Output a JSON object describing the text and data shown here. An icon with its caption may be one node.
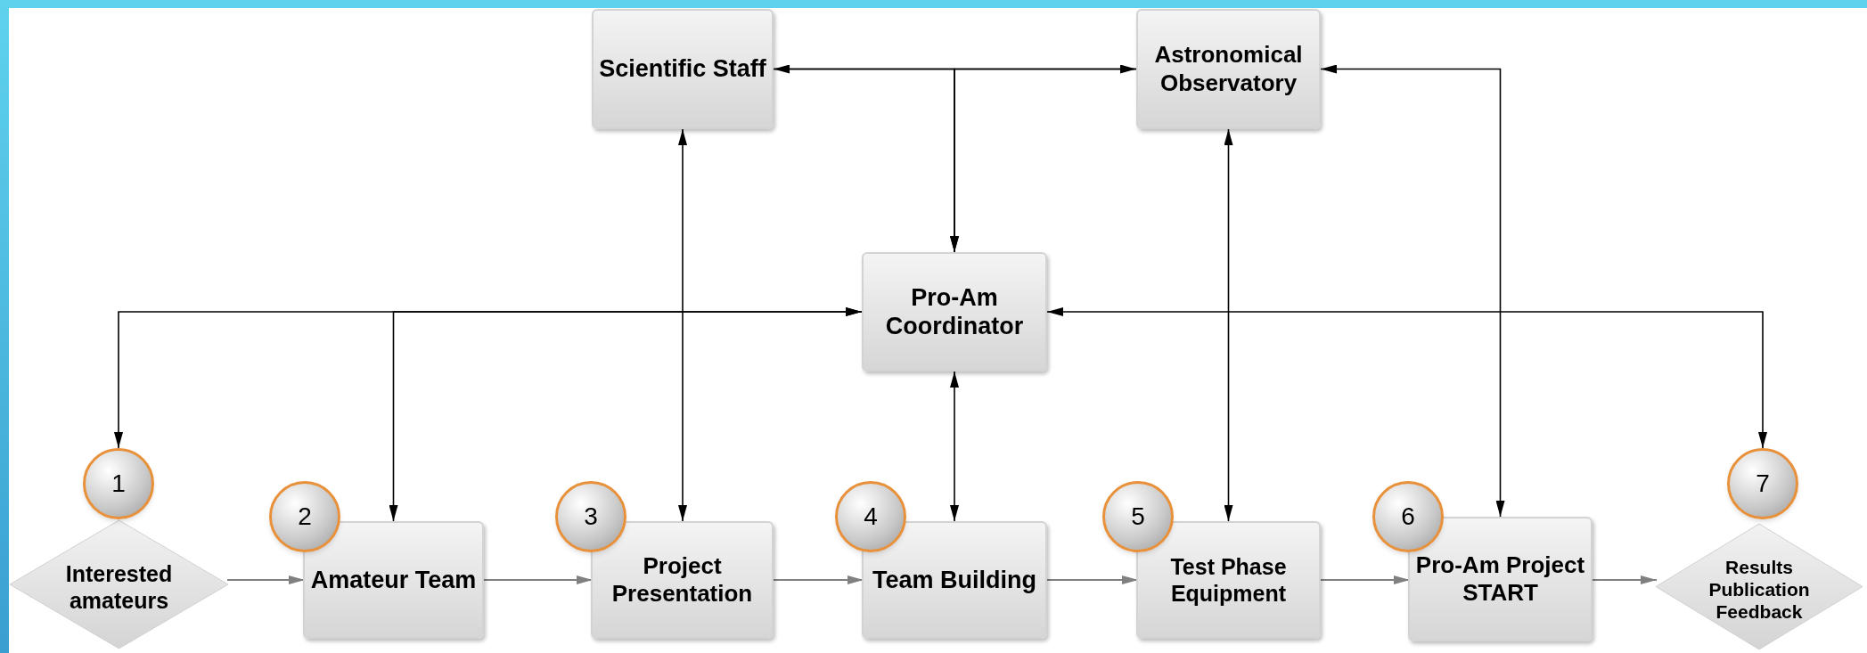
{
  "diagram": {
    "nodes": [
      {
        "text": [
          "Scientific Staff"
        ]
      },
      {
        "text": [
          "Astronomical Observatory"
        ]
      },
      {
        "text": [
          "Pro-Am Coordinator"
        ]
      },
      {
        "text": [
          "1"
        ]
      },
      {
        "text": [
          "Interested amateurs"
        ]
      },
      {
        "text": [
          "2"
        ]
      },
      {
        "text": [
          "Amateur Team"
        ]
      },
      {
        "text": [
          "3"
        ]
      },
      {
        "text": [
          "Project Presentation"
        ]
      },
      {
        "text": [
          "4"
        ]
      },
      {
        "text": [
          "Team Building"
        ]
      },
      {
        "text": [
          "5"
        ]
      },
      {
        "text": [
          "Test Phase Equipment"
        ]
      },
      {
        "text": [
          "6"
        ]
      },
      {
        "text": [
          "Pro-Am Project START"
        ]
      },
      {
        "text": [
          "7"
        ]
      },
      {
        "text": [
          "Results Publication Feedback"
        ]
      }
    ],
    "edges": [
      {
        "from": 0,
        "to": 1,
        "arrow": "both"
      },
      {
        "from": 0,
        "to": 2,
        "arrow": "to"
      },
      {
        "from": 1,
        "to": 2,
        "arrow": "to"
      },
      {
        "from": 0,
        "to": 8,
        "arrow": "both"
      },
      {
        "from": 1,
        "to": 12,
        "arrow": "both"
      },
      {
        "from": 1,
        "to": 14,
        "arrow": "both"
      },
      {
        "from": 2,
        "to": 10,
        "arrow": "both"
      },
      {
        "from": 2,
        "to": 3,
        "arrow": "both"
      },
      {
        "from": 2,
        "to": 6,
        "arrow": "both"
      },
      {
        "from": 2,
        "to": 15,
        "arrow": "both"
      },
      {
        "from": 4,
        "to": 6,
        "arrow": "to",
        "color": "#808080"
      },
      {
        "from": 6,
        "to": 8,
        "arrow": "to",
        "color": "#808080"
      },
      {
        "from": 8,
        "to": 10,
        "arrow": "to",
        "color": "#808080"
      },
      {
        "from": 10,
        "to": 12,
        "arrow": "to",
        "color": "#808080"
      },
      {
        "from": 12,
        "to": 14,
        "arrow": "to",
        "color": "#808080"
      },
      {
        "from": 14,
        "to": 16,
        "arrow": "to",
        "color": "#808080"
      }
    ]
  }
}
